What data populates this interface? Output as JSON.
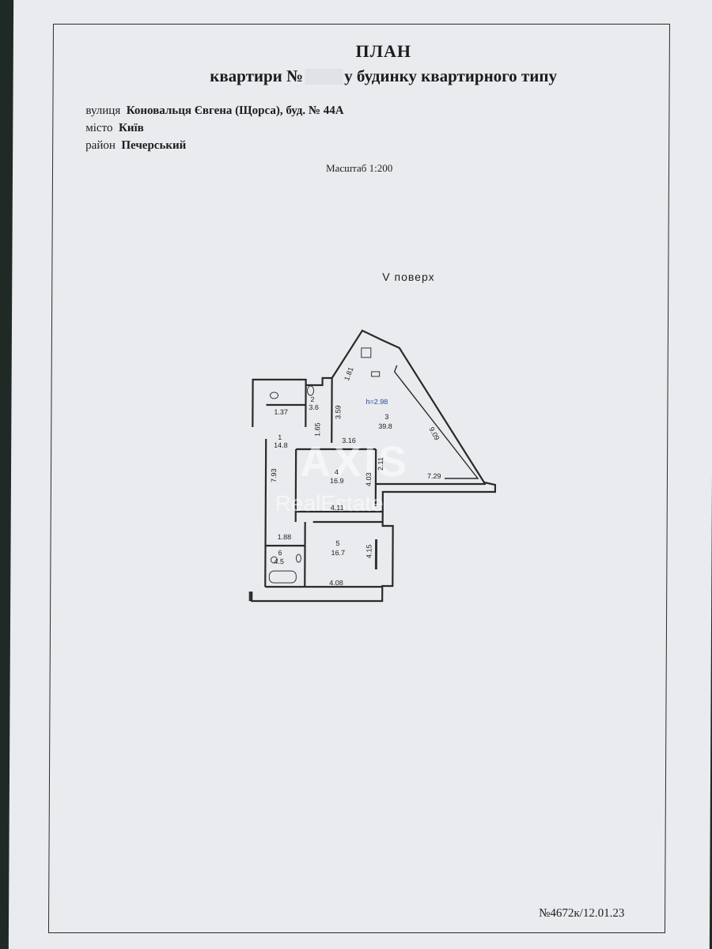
{
  "header": {
    "title": "ПЛАН",
    "subtitle_before": "квартири №",
    "subtitle_after": "у будинку квартирного типу"
  },
  "address": {
    "street_label": "вулиця",
    "street_value": "Коновальця Євгена (Щорса), буд. № 44А",
    "city_label": "місто",
    "city_value": "Київ",
    "district_label": "район",
    "district_value": "Печерський"
  },
  "scale": "Масштаб 1:200",
  "floor": "V поверх",
  "plan": {
    "ceiling_height": "h=2.98",
    "rooms": [
      {
        "number": "1",
        "area": "14.8"
      },
      {
        "number": "2",
        "area": "3.6"
      },
      {
        "number": "3",
        "area": "39.8"
      },
      {
        "number": "4",
        "area": "16.9"
      },
      {
        "number": "5",
        "area": "16.7"
      },
      {
        "number": "6",
        "area": "4.5"
      }
    ],
    "dimensions": [
      "1.37",
      "1.65",
      "3.59",
      "1.81",
      "3.16",
      "9.09",
      "2.11",
      "7.29",
      "4.03",
      "4.11",
      "7.93",
      "1.88",
      "4.15",
      "4.08"
    ]
  },
  "watermark": {
    "line1": "AXIS",
    "line2": "RealEstate"
  },
  "document_number": "№4672к/12.01.23"
}
